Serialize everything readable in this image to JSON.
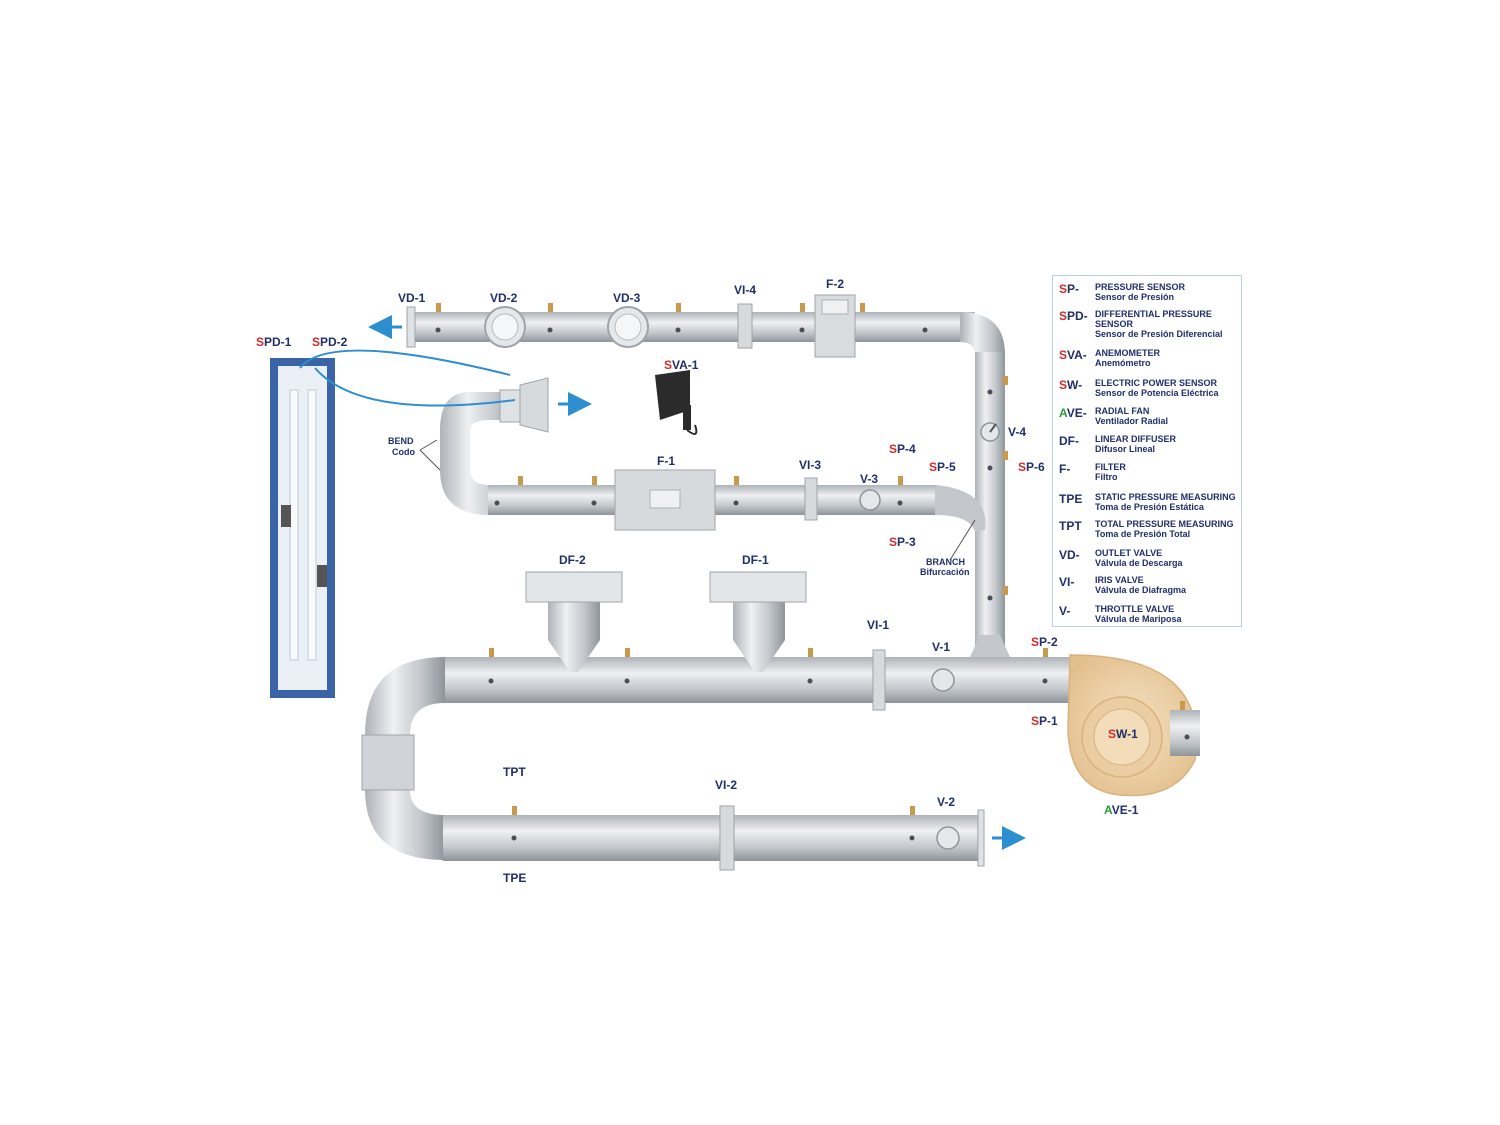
{
  "labels": {
    "vd1": "VD-1",
    "vd2": "VD-2",
    "vd3": "VD-3",
    "vi4": "VI-4",
    "f2": "F-2",
    "spd1_first": "S",
    "spd1_rest": "PD-1",
    "spd2_first": "S",
    "spd2_rest": "PD-2",
    "sva1_first": "S",
    "sva1_rest": "VA-1",
    "bend_en": "BEND",
    "bend_es": "Codo",
    "f1": "F-1",
    "vi3": "VI-3",
    "v3": "V-3",
    "sp4_first": "S",
    "sp4_rest": "P-4",
    "sp3_first": "S",
    "sp3_rest": "P-3",
    "sp5_first": "S",
    "sp5_rest": "P-5",
    "sp6_first": "S",
    "sp6_rest": "P-6",
    "v4": "V-4",
    "branch_en": "BRANCH",
    "branch_es": "Bifurcación",
    "df2": "DF-2",
    "df1": "DF-1",
    "vi1": "VI-1",
    "v1": "V-1",
    "sp2_first": "S",
    "sp2_rest": "P-2",
    "sp1_first": "S",
    "sp1_rest": "P-1",
    "sw1_first": "S",
    "sw1_rest": "W-1",
    "ave1_first": "A",
    "ave1_rest": "VE-1",
    "tpt": "TPT",
    "tpe": "TPE",
    "vi2": "VI-2",
    "v2": "V-2"
  },
  "legend": [
    {
      "first": "S",
      "rest": "P-",
      "accent": "red",
      "en": "PRESSURE SENSOR",
      "es": "Sensor de Presión"
    },
    {
      "first": "S",
      "rest": "PD-",
      "accent": "red",
      "en": "DIFFERENTIAL PRESSURE SENSOR",
      "es": "Sensor de Presión Diferencial"
    },
    {
      "first": "S",
      "rest": "VA-",
      "accent": "red",
      "en": "ANEMOMETER",
      "es": "Anemómetro"
    },
    {
      "first": "S",
      "rest": "W-",
      "accent": "red",
      "en": "ELECTRIC POWER SENSOR",
      "es": "Sensor de Potencia Eléctrica"
    },
    {
      "first": "A",
      "rest": "VE-",
      "accent": "green",
      "en": "RADIAL FAN",
      "es": "Ventilador Radial"
    },
    {
      "first": "",
      "rest": "DF-",
      "accent": "none",
      "en": "LINEAR DIFFUSER",
      "es": "Difusor Lineal"
    },
    {
      "first": "",
      "rest": "F-",
      "accent": "none",
      "en": "FILTER",
      "es": "Filtro"
    },
    {
      "first": "",
      "rest": "TPE",
      "accent": "none",
      "en": "STATIC PRESSURE MEASURING",
      "es": "Toma de Presión Estática"
    },
    {
      "first": "",
      "rest": "TPT",
      "accent": "none",
      "en": "TOTAL PRESSURE MEASURING",
      "es": "Toma de Presión Total"
    },
    {
      "first": "",
      "rest": "VD-",
      "accent": "none",
      "en": "OUTLET VALVE",
      "es": "Válvula de Descarga"
    },
    {
      "first": "",
      "rest": "VI-",
      "accent": "none",
      "en": "IRIS VALVE",
      "es": "Válvula de Diafragma"
    },
    {
      "first": "",
      "rest": "V-",
      "accent": "none",
      "en": "THROTTLE VALVE",
      "es": "Válvula de Mariposa"
    }
  ],
  "colors": {
    "pipe": "#c9cdd1",
    "pipe_dark": "#9ea4aa",
    "label": "#1f2f6b",
    "accent_red": "#d42a2a",
    "accent_green": "#2a9a3a",
    "arrow": "#2d8fd0",
    "fan": "#efd3ac",
    "manometer_frame": "#3b63a8",
    "brass": "#c79a4e"
  }
}
